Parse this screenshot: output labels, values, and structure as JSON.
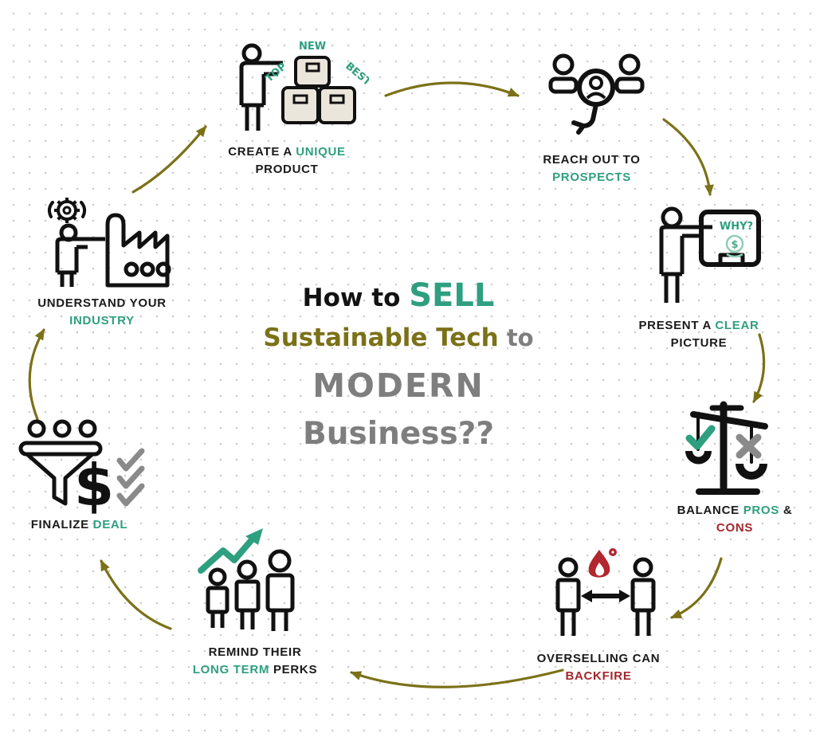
{
  "title": {
    "part1": "How to ",
    "part2": "SELL",
    "part3": "Sustainable Tech",
    "part4": " to",
    "part5": "MODERN",
    "part6": "Business??"
  },
  "steps": [
    {
      "name": "create-a-unique-product",
      "lines": [
        [
          {
            "t": "CREATE A "
          },
          {
            "t": "UNIQUE"
          }
        ],
        [
          {
            "t": "PRODUCT"
          }
        ]
      ],
      "icon_texts": {
        "new": "NEW",
        "top": "TOP",
        "best": "BEST"
      }
    },
    {
      "name": "reach-out-to-prospects",
      "lines": [
        [
          {
            "t": "REACH OUT TO"
          }
        ],
        [
          {
            "t": "PROSPECTS"
          }
        ]
      ]
    },
    {
      "name": "present-a-clear-picture",
      "lines": [
        [
          {
            "t": "PRESENT A "
          },
          {
            "t": "CLEAR"
          }
        ],
        [
          {
            "t": "PICTURE"
          }
        ]
      ],
      "icon_texts": {
        "why": "WHY?",
        "dollar": "$"
      }
    },
    {
      "name": "balance-pros-and-cons",
      "lines": [
        [
          {
            "t": "BALANCE "
          },
          {
            "t": "PROS"
          },
          {
            "t": " &"
          }
        ],
        [
          {
            "t": "CONS"
          }
        ]
      ]
    },
    {
      "name": "overselling-can-backfire",
      "lines": [
        [
          {
            "t": "OVERSELLING CAN"
          }
        ],
        [
          {
            "t": "BACKFIRE"
          }
        ]
      ]
    },
    {
      "name": "remind-their-long-term-perks",
      "lines": [
        [
          {
            "t": "REMIND THEIR"
          }
        ],
        [
          {
            "t": "LONG TERM"
          },
          {
            "t": " PERKS"
          }
        ]
      ]
    },
    {
      "name": "finalize-deal",
      "lines": [
        [
          {
            "t": "FINALIZE "
          },
          {
            "t": "DEAL"
          }
        ]
      ],
      "icon_texts": {
        "dollar": "$"
      }
    },
    {
      "name": "understand-your-industry",
      "lines": [
        [
          {
            "t": "UNDERSTAND YOUR"
          }
        ],
        [
          {
            "t": "INDUSTRY"
          }
        ]
      ]
    }
  ],
  "colors": {
    "accent_green": "#2e9f7f",
    "accent_olive": "#7b7117",
    "accent_gray": "#7e7e7e",
    "accent_red": "#a3262c",
    "arrow": "#7b7118",
    "ink": "#1a1a1a",
    "box_fill": "#eae6dc"
  }
}
